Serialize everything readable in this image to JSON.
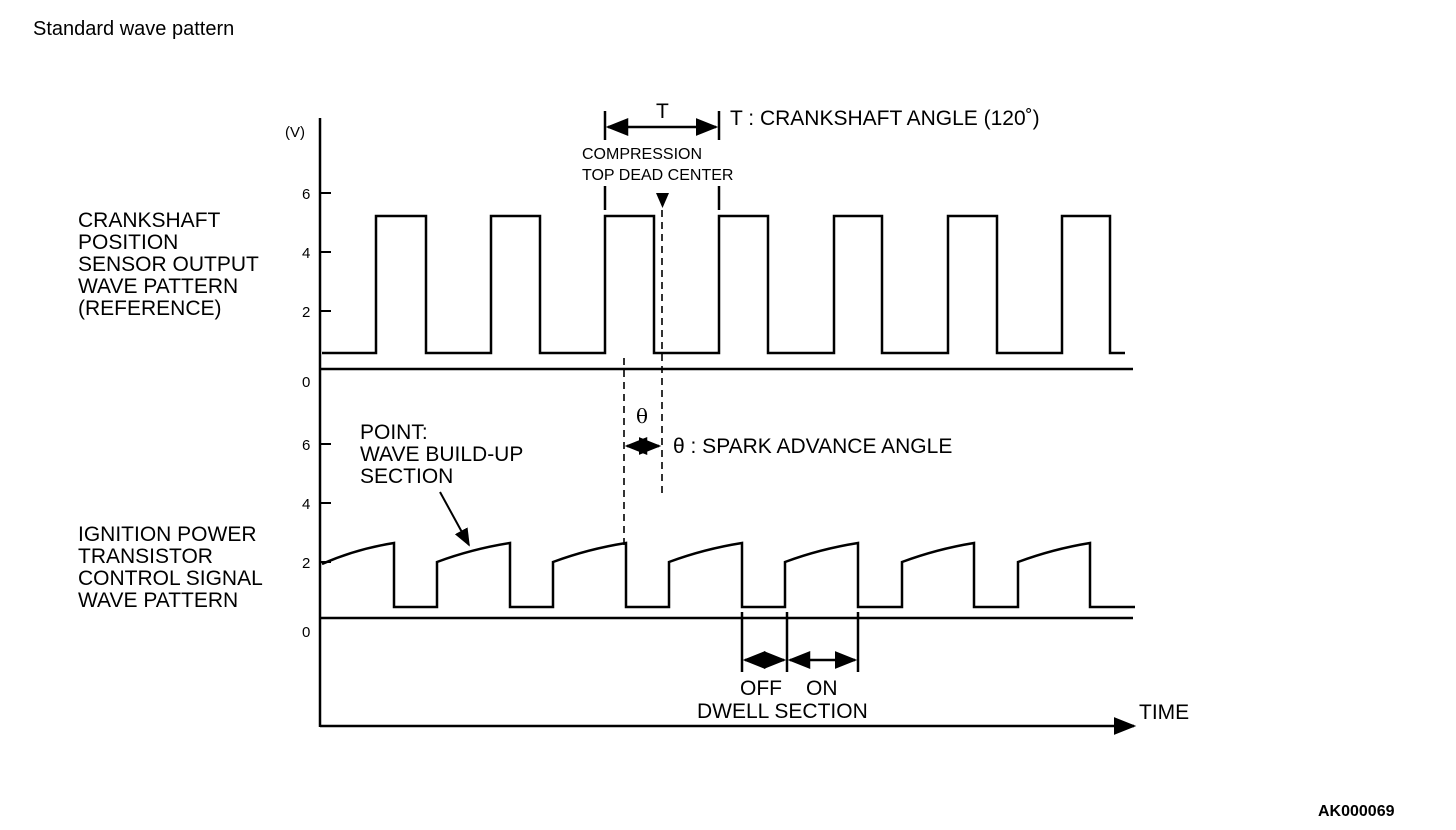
{
  "page_title": "Standard wave pattern",
  "figure_code": "AK000069",
  "axis": {
    "unit": "(V)",
    "upper_ticks": [
      "6",
      "4",
      "2",
      "0"
    ],
    "lower_ticks": [
      "6",
      "4",
      "2",
      "0"
    ],
    "time_label": "TIME"
  },
  "upper_signal": {
    "label_lines": [
      "CRANKSHAFT",
      "POSITION",
      "SENSOR OUTPUT",
      "WAVE PATTERN",
      "(REFERENCE)"
    ],
    "low_v": 0.6,
    "high_v": 5.2
  },
  "lower_signal": {
    "label_lines": [
      "IGNITION POWER",
      "TRANSISTOR",
      "CONTROL SIGNAL",
      "WAVE PATTERN"
    ],
    "ramp_start_v": 1.9,
    "ramp_end_v": 2.5,
    "off_v": 0.4
  },
  "annotations": {
    "t_symbol": "T",
    "t_definition": "T : CRANKSHAFT ANGLE (120˚)",
    "tdc_lines": [
      "COMPRESSION",
      "TOP DEAD CENTER"
    ],
    "theta_symbol": "θ",
    "theta_definition": "θ : SPARK ADVANCE ANGLE",
    "point_lines": [
      "POINT:",
      "WAVE BUILD-UP",
      "SECTION"
    ],
    "off_label": "OFF",
    "on_label": "ON",
    "dwell_label": "DWELL SECTION"
  }
}
